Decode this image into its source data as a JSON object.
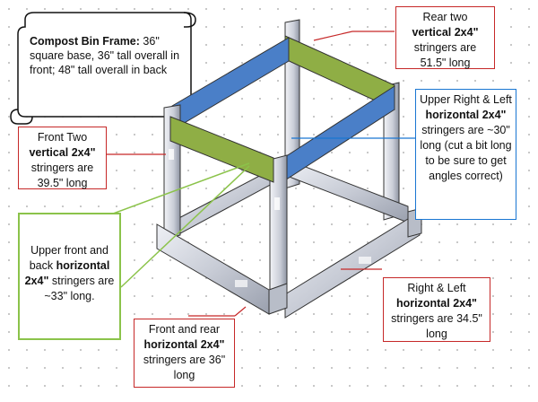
{
  "scroll_note": {
    "title": "Compost Bin Frame:",
    "text": " 36\" square base, 36\" tall overall in front; 48\" tall overall in back"
  },
  "callouts": {
    "rear_vertical": {
      "pre": "Rear two",
      "bold": "vertical 2x4\"",
      "post": "stringers are 51.5\" long"
    },
    "upper_rl": {
      "pre": "Upper Right & Left",
      "bold": "horizontal 2x4\"",
      "post": "stringers are ~30\" long (cut a bit long to be sure to get angles correct)"
    },
    "front_vertical": {
      "pre": "Front Two",
      "bold": "vertical 2x4\"",
      "post": "stringers are 39.5\" long"
    },
    "upper_fb": {
      "pre": "Upper front and back",
      "bold": "horizontal 2x4\"",
      "post": "stringers are ~33\" long."
    },
    "right_left": {
      "pre": "Right & Left",
      "bold": "horizontal 2x4\"",
      "post": "stringers are 34.5\" long"
    },
    "front_rear": {
      "pre": "Front and rear",
      "bold": "horizontal 2x4\"",
      "post": "stringers are 36\" long"
    }
  },
  "colors": {
    "red_border": "#c62828",
    "green_border": "#8bc34a",
    "blue_border": "#1976d2",
    "blue_beam": "#4a7fc8",
    "green_beam": "#8fae45",
    "lumber": "#d4d8e2"
  }
}
